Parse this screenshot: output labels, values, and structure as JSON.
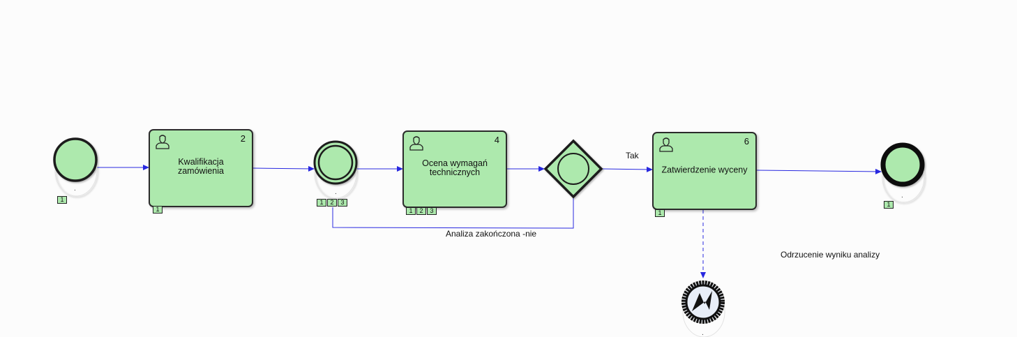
{
  "diagram": {
    "type": "BPMN process",
    "colors": {
      "background": "#fcfcfc",
      "node_fill": "#ade9ad",
      "node_stroke": "#1a1a1a",
      "flow_color": "#2828e0",
      "error_fill": "#e8eef8"
    },
    "start_event": {
      "badges": [
        "1"
      ],
      "caption": "."
    },
    "tasks": [
      {
        "id": "task-2",
        "number": "2",
        "label": "Kwalifikacja zamówienia",
        "badges": [
          "1"
        ],
        "icon": "user-icon"
      },
      {
        "id": "task-4",
        "number": "4",
        "label": "Ocena wymagań technicznych",
        "badges": [
          "1",
          "2",
          "3"
        ],
        "icon": "user-icon"
      },
      {
        "id": "task-6",
        "number": "6",
        "label": "Zatwierdzenie wyceny",
        "badges": [
          "1"
        ],
        "icon": "user-icon"
      }
    ],
    "intermediate_event": {
      "badges": [
        "1",
        "2",
        "3"
      ],
      "caption": "."
    },
    "gateway": {
      "kind": "event-based/inclusive gateway"
    },
    "end_event": {
      "badges": [
        "1"
      ],
      "caption": "."
    },
    "error_event": {
      "caption": ".",
      "icon": "error-bolt-icon"
    },
    "flow_labels": {
      "yes": "Tak",
      "loop_back": "Analiza zakończona -nie",
      "reject": "Odrzucenie wyniku analizy"
    }
  }
}
